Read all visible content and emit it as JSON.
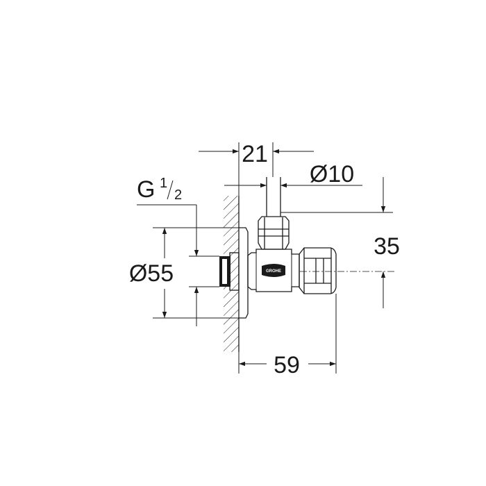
{
  "dimensions": {
    "d21": "21",
    "d10": "Ø10",
    "thread_prefix": "G ",
    "thread_num": "1",
    "thread_den": "2",
    "d55": "Ø55",
    "d35": "35",
    "d59": "59"
  },
  "logo": {
    "text": "GROHE"
  }
}
